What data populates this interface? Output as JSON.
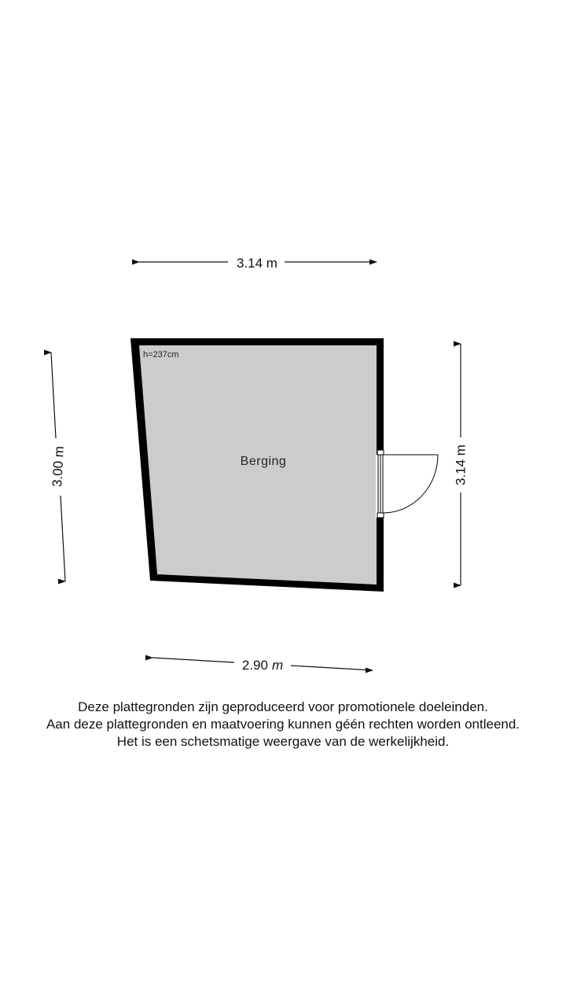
{
  "floorplan": {
    "room": {
      "name": "Berging",
      "height_label": "h=237cm"
    },
    "dimensions": {
      "top": "3.14 m",
      "bottom_value": "2.90",
      "bottom_unit": "m",
      "left": "3.00 m",
      "right": "3.14 m"
    },
    "colors": {
      "wall": "#000000",
      "floor": "#cccccc",
      "background": "#ffffff"
    }
  },
  "disclaimer": {
    "line1": "Deze plattegronden zijn geproduceerd voor promotionele doeleinden.",
    "line2": "Aan deze plattegronden en maatvoering kunnen géén rechten worden ontleend.",
    "line3": "Het is een schetsmatige weergave van de werkelijkheid."
  }
}
